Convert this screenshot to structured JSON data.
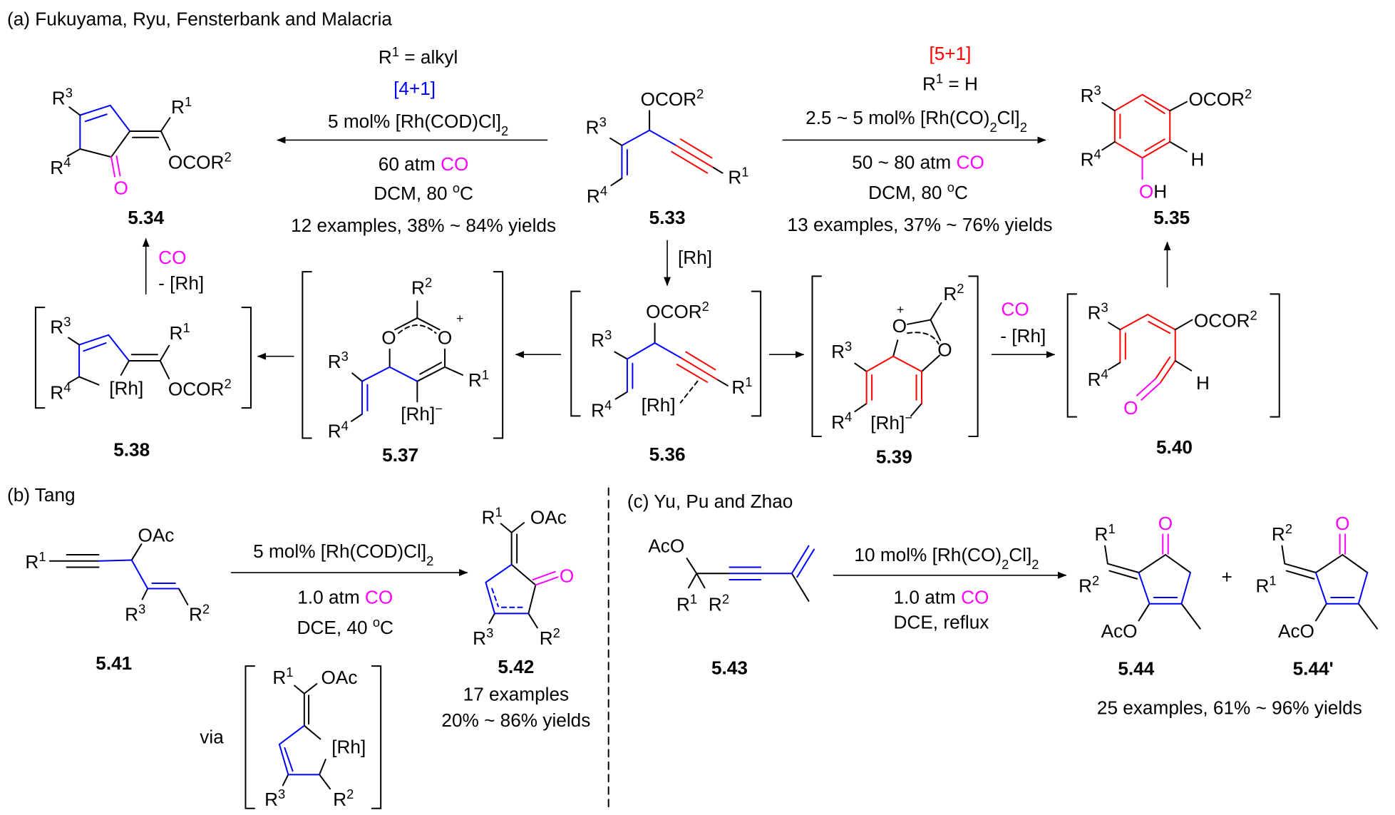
{
  "colors": {
    "blue": "#0000ff",
    "red": "#ff0000",
    "magenta": "#ff00ff"
  },
  "sections": {
    "a": "(a) Fukuyama, Ryu, Fensterbank and Malacria",
    "b": "(b) Tang",
    "c": "(c) Yu, Pu and Zhao"
  },
  "reactions": {
    "a_left": {
      "condition": "R^1 = alkyl",
      "type": "[4+1]",
      "catalyst": "5 mol% [Rh(COD)Cl]_2",
      "pressure": "60 atm ",
      "gas": "CO",
      "solvent": "DCM, 80 ^oC",
      "scope": "12 examples, 38% ~ 84% yields"
    },
    "a_right": {
      "type": "[5+1]",
      "condition": "R^1 = H",
      "catalyst": "2.5 ~ 5 mol% [Rh(CO)_2Cl]_2",
      "pressure": "50 ~ 80 atm ",
      "gas": "CO",
      "solvent": "DCM, 80 ^oC",
      "scope": "13 examples, 37% ~ 76% yields"
    },
    "a_down": {
      "reagent": "[Rh]"
    },
    "a_538_to_534": {
      "gas": "CO",
      "loss": "- [Rh]"
    },
    "a_539_to_540": {
      "gas": "CO",
      "loss": "- [Rh]"
    },
    "b": {
      "catalyst": "5 mol% [Rh(COD)Cl]_2",
      "pressure": "1.0 atm ",
      "gas": "CO",
      "solvent": "DCE, 40 ^oC",
      "scope_count": "17 examples",
      "scope_yield": "20% ~ 86% yields",
      "via": "via"
    },
    "c": {
      "catalyst": "10 mol% [Rh(CO)_2Cl]_2",
      "pressure": "1.0 atm ",
      "gas": "CO",
      "solvent": "DCE, reflux",
      "plus": "+",
      "scope": "25 examples, 61% ~ 96% yields"
    }
  },
  "compounds": {
    "c533": {
      "id": "5.33",
      "r1": "R^1",
      "r3": "R^3",
      "r4": "R^4",
      "ester": "OCOR^2"
    },
    "c534": {
      "id": "5.34",
      "r1": "R^1",
      "r3": "R^3",
      "r4": "R^4",
      "ester": "OCOR^2",
      "oxygen": "O"
    },
    "c535": {
      "id": "5.35",
      "r3": "R^3",
      "r4": "R^4",
      "ester": "OCOR^2",
      "h": "H",
      "oh_o": "O",
      "oh_h": "H"
    },
    "c536": {
      "id": "5.36",
      "r1": "R^1",
      "r3": "R^3",
      "r4": "R^4",
      "ester": "OCOR^2",
      "metal": "[Rh]"
    },
    "c537": {
      "id": "5.37",
      "r1": "R^1",
      "r2": "R^2",
      "r3": "R^3",
      "r4": "R^4",
      "o1": "O",
      "o2": "O",
      "charge": "+",
      "metal": "[Rh]^−"
    },
    "c538": {
      "id": "5.38",
      "r1": "R^1",
      "r3": "R^3",
      "r4": "R^4",
      "ester": "OCOR^2",
      "metal": "[Rh]"
    },
    "c539": {
      "id": "5.39",
      "r2": "R^2",
      "r3": "R^3",
      "r4": "R^4",
      "o1": "O",
      "o2": "O",
      "charge": "+",
      "metal": "[Rh]^−"
    },
    "c540": {
      "id": "5.40",
      "r3": "R^3",
      "r4": "R^4",
      "ester": "OCOR^2",
      "h": "H",
      "oxygen": "O"
    },
    "c541": {
      "id": "5.41",
      "r1": "R^1",
      "r2": "R^2",
      "r3": "R^3",
      "oac": "OAc"
    },
    "c542": {
      "id": "5.42",
      "r1": "R^1",
      "r2": "R^2",
      "r3": "R^3",
      "oac": "OAc",
      "oxygen": "O"
    },
    "via": {
      "r1": "R^1",
      "r2": "R^2",
      "r3": "R^3",
      "oac": "OAc",
      "metal": "[Rh]"
    },
    "c543": {
      "id": "5.43",
      "r1": "R^1",
      "r2": "R^2",
      "aco": "AcO"
    },
    "c544": {
      "id": "5.44",
      "r1": "R^1",
      "r2": "R^2",
      "aco": "AcO",
      "oxygen": "O"
    },
    "c544p": {
      "id": "5.44'",
      "r1": "R^1",
      "r2": "R^2",
      "aco": "AcO",
      "oxygen": "O"
    }
  }
}
